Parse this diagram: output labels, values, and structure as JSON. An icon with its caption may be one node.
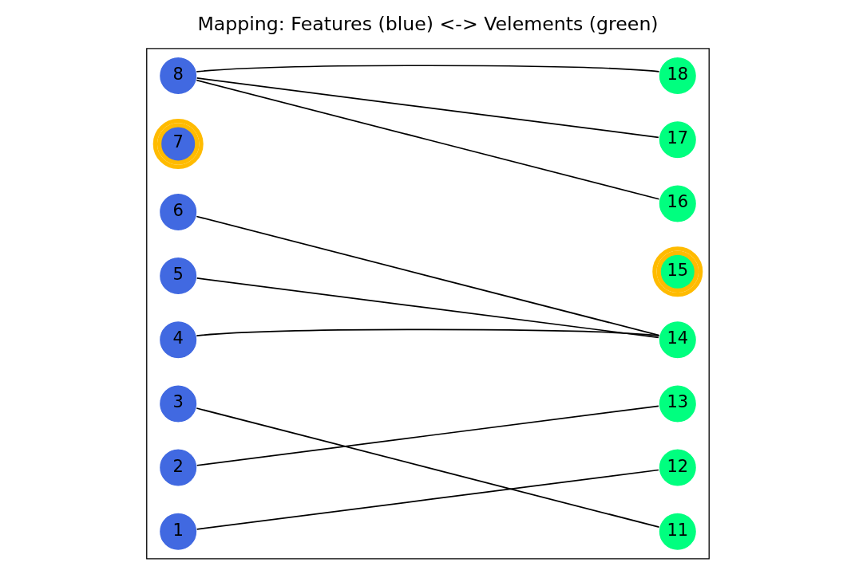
{
  "diagram": {
    "title": "Mapping: Features (blue) <-> Velements (green)",
    "nodes": [
      {
        "text": [],
        "shape": "box"
      },
      {
        "text": [
          "8"
        ],
        "in": 0
      },
      {
        "text": [
          "7"
        ],
        "in": 0
      },
      {
        "text": [
          "6"
        ],
        "in": 0
      },
      {
        "text": [
          "5"
        ],
        "in": 0
      },
      {
        "text": [
          "4"
        ],
        "in": 0
      },
      {
        "text": [
          "3"
        ],
        "in": 0
      },
      {
        "text": [
          "2"
        ],
        "in": 0
      },
      {
        "text": [
          "1"
        ],
        "in": 0
      },
      {
        "text": [
          "18"
        ],
        "in": 0
      },
      {
        "text": [
          "17"
        ],
        "in": 0
      },
      {
        "text": [
          "16"
        ],
        "in": 0
      },
      {
        "text": [
          "15"
        ],
        "in": 0
      },
      {
        "text": [
          "14"
        ],
        "in": 0
      },
      {
        "text": [
          "13"
        ],
        "in": 0
      },
      {
        "text": [
          "12"
        ],
        "in": 0
      },
      {
        "text": [
          "11"
        ],
        "in": 0
      }
    ],
    "edges": [
      {
        "from": 1,
        "to": 9,
        "arrow": "none"
      },
      {
        "from": 1,
        "to": 10,
        "arrow": "none"
      },
      {
        "from": 1,
        "to": 11,
        "arrow": "none"
      },
      {
        "from": 3,
        "to": 13,
        "arrow": "none"
      },
      {
        "from": 4,
        "to": 13,
        "arrow": "none"
      },
      {
        "from": 5,
        "to": 13,
        "arrow": "none"
      },
      {
        "from": 6,
        "to": 16,
        "arrow": "none"
      },
      {
        "from": 7,
        "to": 14,
        "arrow": "none"
      },
      {
        "from": 8,
        "to": 15,
        "arrow": "none"
      }
    ]
  }
}
